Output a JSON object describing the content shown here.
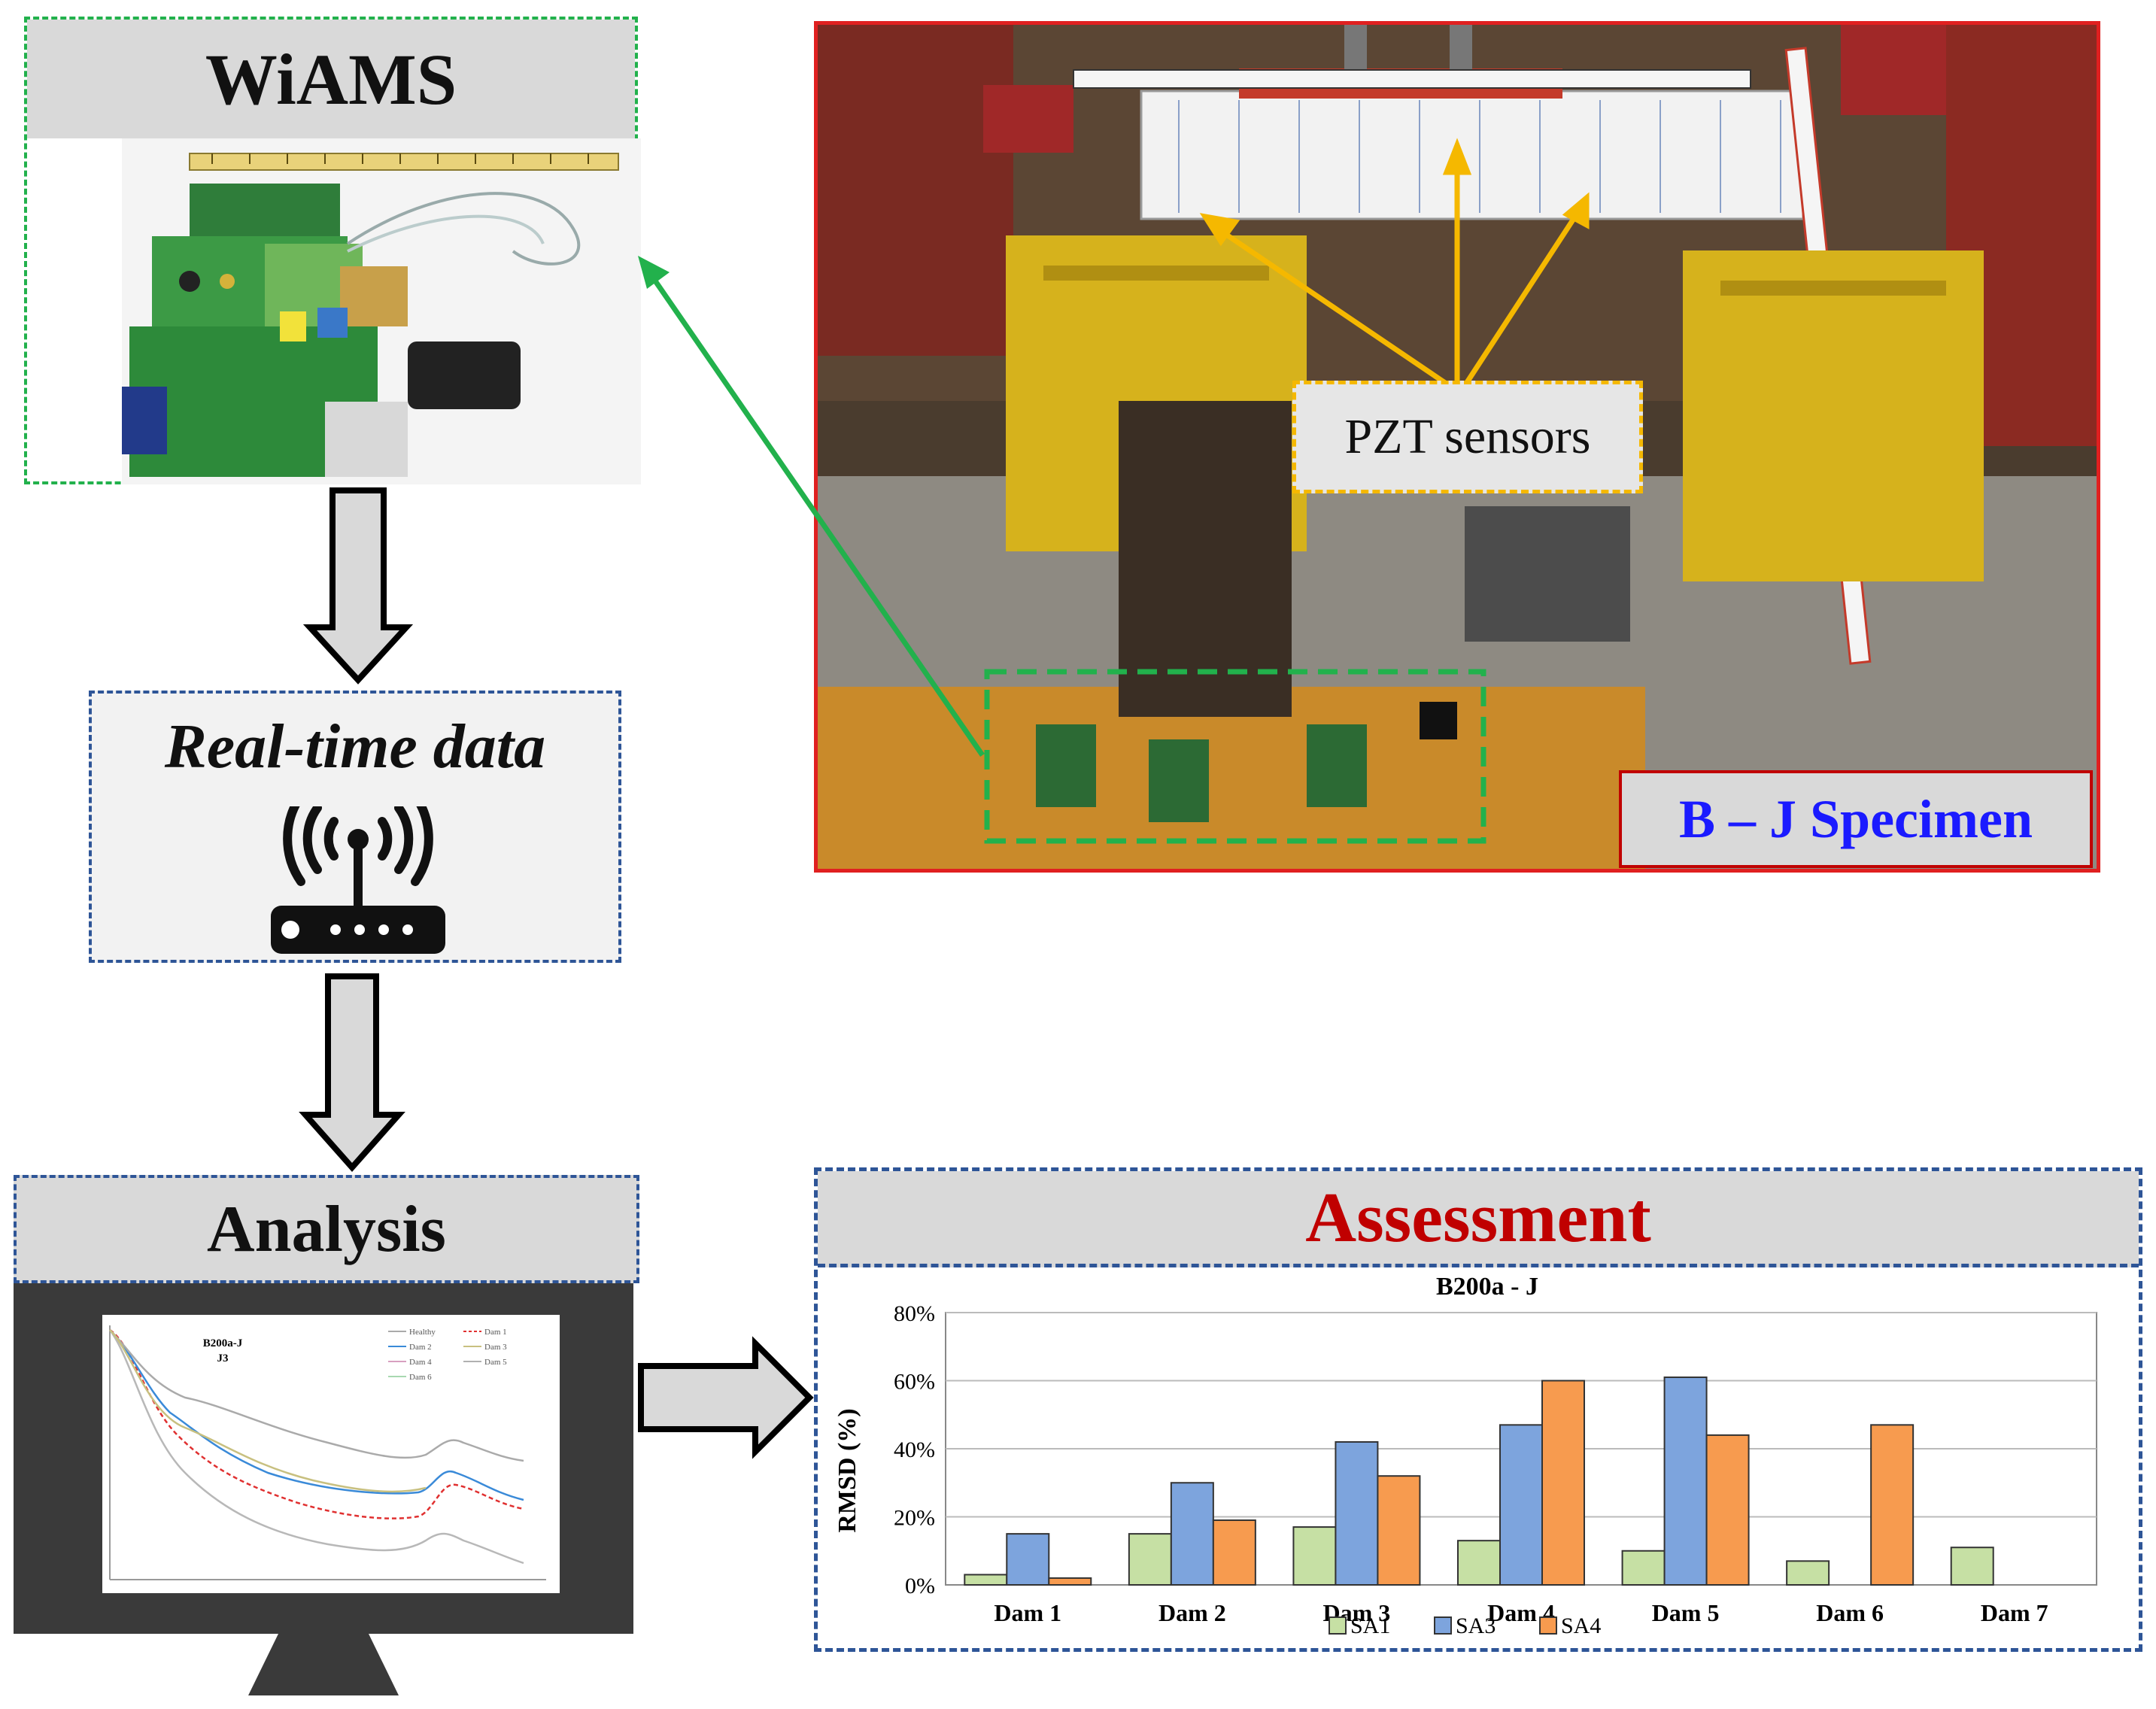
{
  "wiams": {
    "title": "WiAMS"
  },
  "realtime": {
    "title": "Real-time data"
  },
  "analysis": {
    "title": "Analysis",
    "plot_title_1": "B200a-J",
    "plot_title_2": "J3",
    "legend": [
      "Healthy",
      "Dam 1",
      "Dam 2",
      "Dam 3",
      "Dam 4",
      "Dam 5",
      "Dam 6"
    ]
  },
  "photo": {
    "pzt_label": "PZT sensors",
    "specimen_label": "B – J Specimen"
  },
  "assessment": {
    "title": "Assessment"
  },
  "chart_data": {
    "type": "bar",
    "title": "B200a - J",
    "xlabel": "",
    "ylabel": "RMSD (%)",
    "ylim": [
      0,
      80
    ],
    "yticks": [
      "0%",
      "20%",
      "40%",
      "60%",
      "80%"
    ],
    "categories": [
      "Dam 1",
      "Dam 2",
      "Dam 3",
      "Dam 4",
      "Dam 5",
      "Dam 6",
      "Dam 7"
    ],
    "series": [
      {
        "name": "SA1",
        "color": "#c6e0a4",
        "values": [
          3,
          15,
          17,
          13,
          10,
          7,
          11
        ]
      },
      {
        "name": "SA3",
        "color": "#7da4dd",
        "values": [
          15,
          30,
          42,
          47,
          61,
          0,
          0
        ]
      },
      {
        "name": "SA4",
        "color": "#f79b4f",
        "values": [
          2,
          19,
          32,
          60,
          44,
          47,
          0
        ]
      }
    ],
    "legend_position": "bottom"
  }
}
